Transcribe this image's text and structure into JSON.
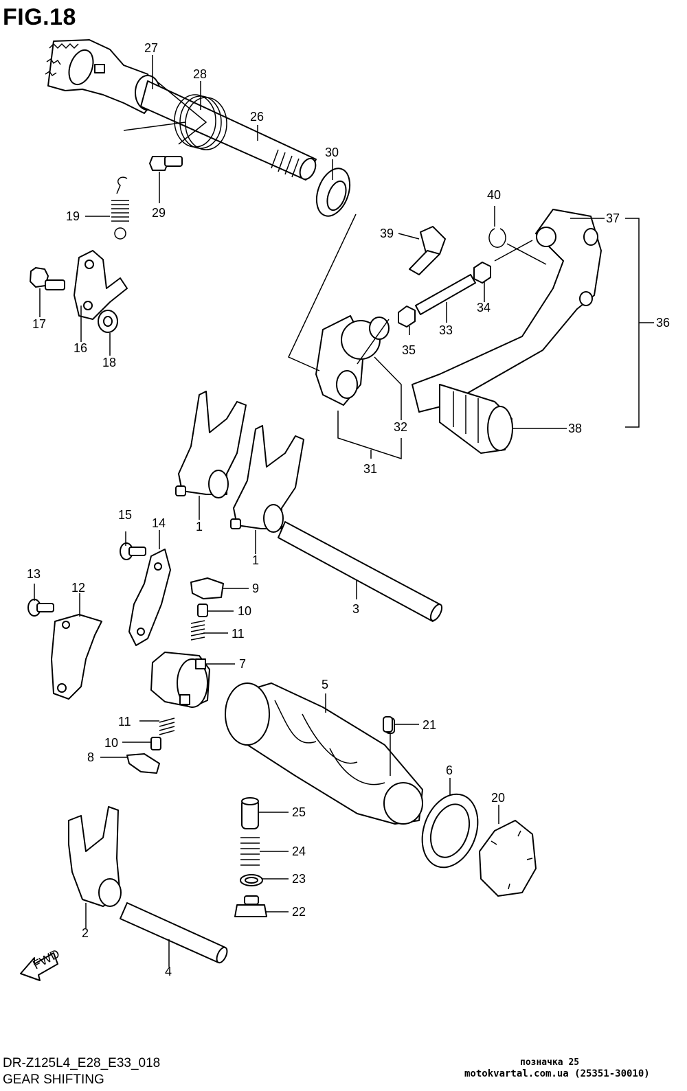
{
  "figure_title": "FIG.18",
  "footer": {
    "model_code": "DR-Z125L4_E28_E33_018",
    "section_title": "GEAR SHIFTING"
  },
  "watermark": {
    "line1": "позначка 25",
    "line2": "motokvartal.com.ua (25351-30010)"
  },
  "fwd_label": "FWD",
  "callouts": {
    "p1a": "1",
    "p1b": "1",
    "p2": "2",
    "p3": "3",
    "p4": "4",
    "p5": "5",
    "p6": "6",
    "p7": "7",
    "p8": "8",
    "p9": "9",
    "p10a": "10",
    "p10b": "10",
    "p11a": "11",
    "p11b": "11",
    "p12": "12",
    "p13": "13",
    "p14": "14",
    "p15": "15",
    "p16": "16",
    "p17": "17",
    "p18": "18",
    "p19": "19",
    "p20": "20",
    "p21": "21",
    "p22": "22",
    "p23": "23",
    "p24": "24",
    "p25": "25",
    "p26": "26",
    "p27": "27",
    "p28": "28",
    "p29": "29",
    "p30": "30",
    "p31": "31",
    "p32": "32",
    "p33": "33",
    "p34": "34",
    "p35": "35",
    "p36": "36",
    "p37": "37",
    "p38": "38",
    "p39": "39",
    "p40": "40"
  }
}
